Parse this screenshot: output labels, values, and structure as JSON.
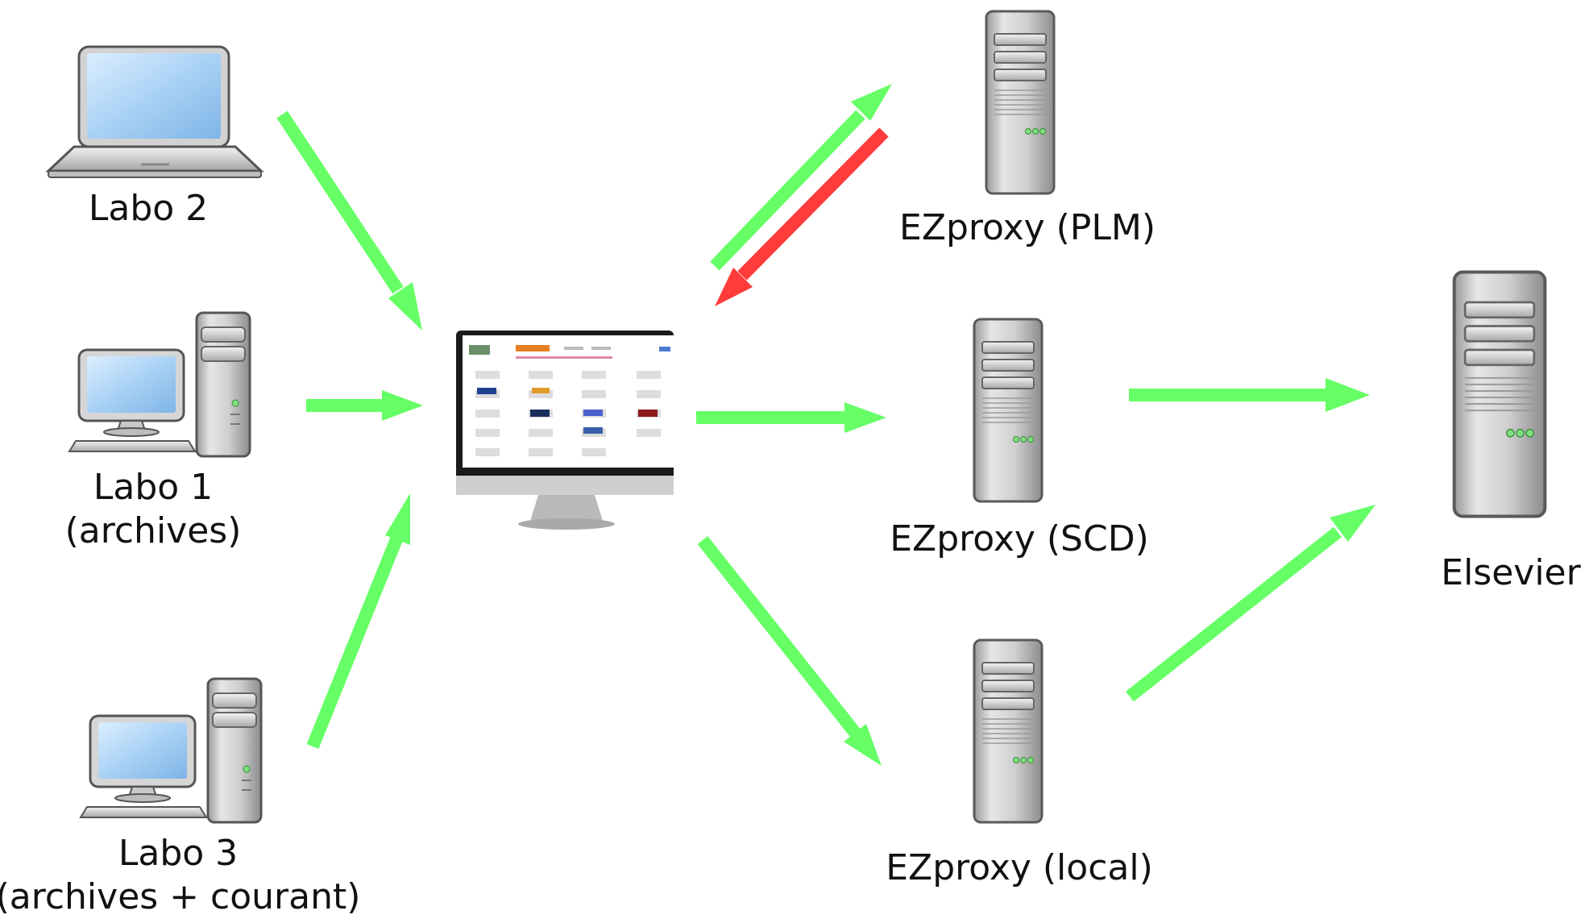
{
  "nodes": {
    "labo2": {
      "label": "Labo 2",
      "icon": "laptop-icon"
    },
    "labo1": {
      "label": "Labo 1",
      "sublabel": "(archives)",
      "icon": "desktop-computer-icon"
    },
    "labo3": {
      "label": "Labo 3",
      "sublabel": "(archives + courant)",
      "icon": "desktop-computer-icon"
    },
    "portal": {
      "icon": "monitor-portal-icon"
    },
    "ezproxy_plm": {
      "label": "EZproxy (PLM)",
      "icon": "server-icon"
    },
    "ezproxy_scd": {
      "label": "EZproxy (SCD)",
      "icon": "server-icon"
    },
    "ezproxy_local": {
      "label": "EZproxy (local)",
      "icon": "server-icon"
    },
    "elsevier": {
      "label": "Elsevier",
      "icon": "server-icon"
    }
  },
  "edges": [
    {
      "from": "labo2",
      "to": "portal",
      "color": "#66ff66"
    },
    {
      "from": "labo1",
      "to": "portal",
      "color": "#66ff66"
    },
    {
      "from": "labo3",
      "to": "portal",
      "color": "#66ff66"
    },
    {
      "from": "portal",
      "to": "ezproxy_plm",
      "color": "#66ff66"
    },
    {
      "from": "ezproxy_plm",
      "to": "portal",
      "color": "#ff3b3b"
    },
    {
      "from": "portal",
      "to": "ezproxy_scd",
      "color": "#66ff66"
    },
    {
      "from": "portal",
      "to": "ezproxy_local",
      "color": "#66ff66"
    },
    {
      "from": "ezproxy_scd",
      "to": "elsevier",
      "color": "#66ff66"
    },
    {
      "from": "ezproxy_local",
      "to": "elsevier",
      "color": "#66ff66"
    }
  ],
  "colors": {
    "allowed": "#66ff66",
    "denied": "#ff3b3b"
  }
}
